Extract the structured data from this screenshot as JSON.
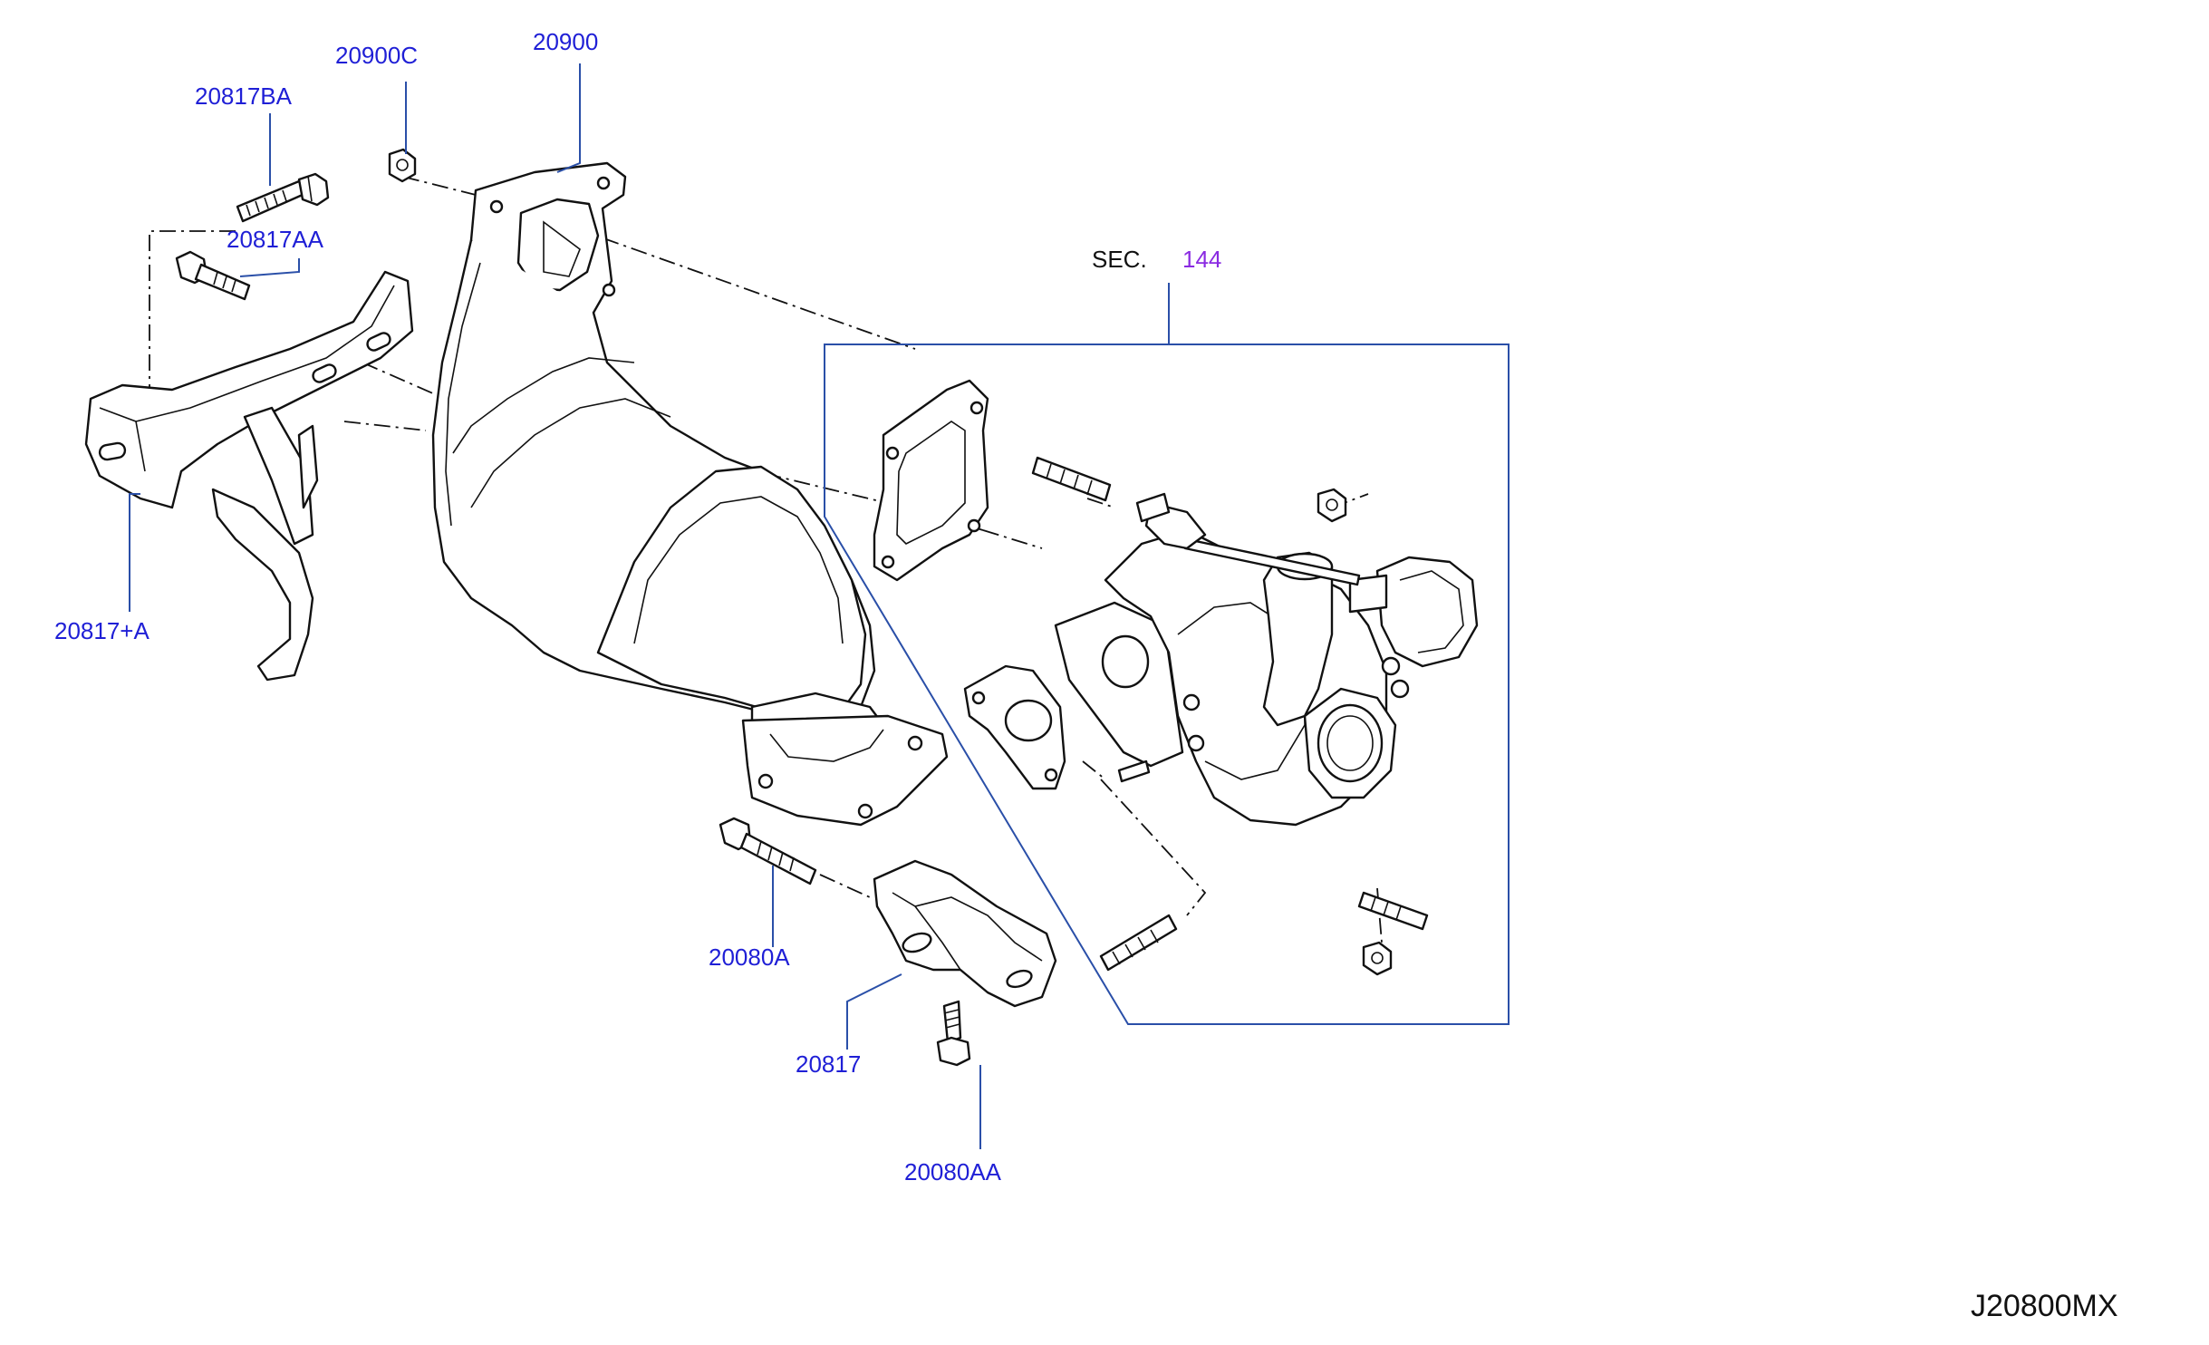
{
  "diagram": {
    "drawing_code": "J20800MX",
    "section_ref": {
      "prefix": "SEC.",
      "number": "144"
    },
    "callouts": [
      {
        "id": "c-20900C",
        "text": "20900C"
      },
      {
        "id": "c-20900",
        "text": "20900"
      },
      {
        "id": "c-20817BA",
        "text": "20817BA"
      },
      {
        "id": "c-20817AA",
        "text": "20817AA"
      },
      {
        "id": "c-20817A",
        "text": "20817+A"
      },
      {
        "id": "c-20080A",
        "text": "20080A"
      },
      {
        "id": "c-20817",
        "text": "20817"
      },
      {
        "id": "c-20080AA",
        "text": "20080AA"
      }
    ],
    "colors": {
      "callout_text": "#1f1fd6",
      "section_number": "#8a2be2",
      "leader_line": "#2a4fa8",
      "outline": "#111111"
    }
  }
}
